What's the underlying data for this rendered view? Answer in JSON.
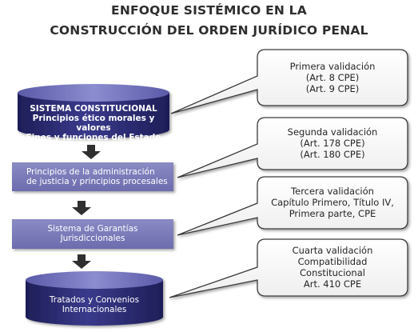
{
  "title": {
    "line1": "ENFOQUE SISTÉMICO EN LA",
    "line2": "CONSTRUCCIÓN DEL ORDEN JURÍDICO PENAL"
  },
  "nodes": {
    "sistema_constitucional": {
      "line1": "SISTEMA CONSTITUCIONAL",
      "line2": "Principios ético morales y valores",
      "line3": "Fines y funciones del Estado"
    },
    "principios": {
      "line1": "Principios de la administración",
      "line2": "de justicia y principios procesales"
    },
    "garantias": {
      "line1": "Sistema de Garantías",
      "line2": "Jurisdiccionales"
    },
    "tratados": {
      "line1": "Tratados y Convenios",
      "line2": "Internacionales"
    }
  },
  "callouts": {
    "primera": {
      "line1": "Primera validación",
      "line2": "(Art. 8 CPE)",
      "line3": "(Art. 9 CPE)"
    },
    "segunda": {
      "line1": "Segunda validación",
      "line2": "(Art. 178 CPE)",
      "line3": "(Art. 180 CPE)"
    },
    "tercera": {
      "line1": "Tercera validación",
      "line2": "Capítulo Primero, Título IV,",
      "line3": "Primera parte, CPE"
    },
    "cuarta": {
      "line1": "Cuarta validación",
      "line2": "Compatibilidad",
      "line3": "Constitucional",
      "line4": "Art. 410 CPE"
    }
  },
  "colors": {
    "node_dark": "#2a2a6e",
    "node_light": "#7a7ab8",
    "callout_border": "#3a3a3a",
    "arrow": "#333333"
  }
}
